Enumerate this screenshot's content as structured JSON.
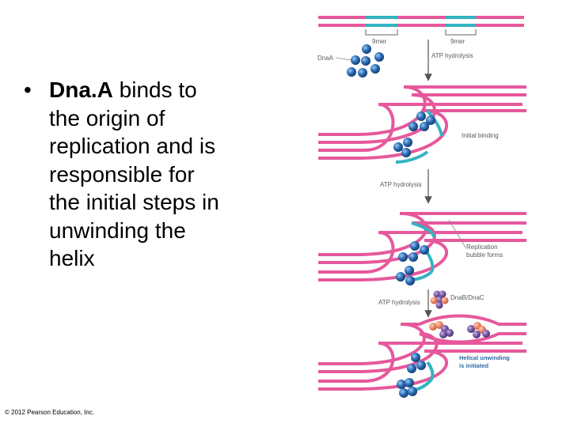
{
  "slide": {
    "bullet": {
      "marker": "•",
      "bold_term": "Dna.A",
      "text": " binds to the origin of replication and is responsible for the initial steps in unwinding the helix"
    },
    "copyright": "© 2012 Pearson Education, Inc."
  },
  "diagram": {
    "labels": {
      "ninemer_left": "9mer",
      "ninemer_right": "9mer",
      "dnaa": "DnaA",
      "atp_1": "ATP hydrolysis",
      "initial_binding": "Initial binding",
      "atp_2": "ATP hydrolysis",
      "bubble_line1": "Replication",
      "bubble_line2": "bubble forms",
      "atp_3": "ATP hydrolysis",
      "dnab_dnac": "DnaB/DnaC",
      "helical_line1": "Helical unwinding",
      "helical_line2": "is initiated"
    },
    "colors": {
      "dna_strand": "#e6589b",
      "origin_segment": "#33b3c1",
      "dnaa_protein": "#2a6fb8",
      "dnab_protein": "#7b5aa6",
      "dnac_protein": "#f08a6a",
      "arrow": "#555555",
      "label_text": "#5a5a5a",
      "highlight_text": "#2e6aa6"
    }
  }
}
